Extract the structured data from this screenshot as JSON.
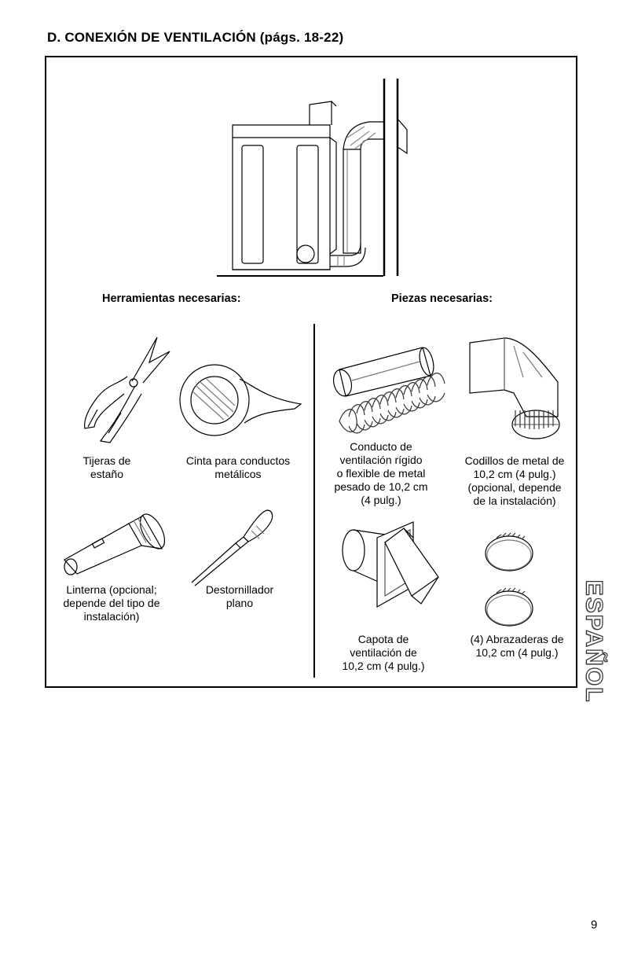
{
  "page": {
    "title": "D. CONEXIÓN DE VENTILACIÓN (págs. 18-22)",
    "page_number": "9",
    "side_tab": "ESPAÑOL"
  },
  "tools": {
    "heading": "Herramientas necesarias:",
    "items": [
      {
        "icon": "tin-snips-icon",
        "label": "Tijeras de\nestaño"
      },
      {
        "icon": "duct-tape-icon",
        "label": "Cinta para conductos\nmetálicos"
      },
      {
        "icon": "flashlight-icon",
        "label": "Linterna (opcional;\ndepende del tipo de\ninstalación)"
      },
      {
        "icon": "flat-screwdriver-icon",
        "label": "Destornillador\nplano"
      }
    ]
  },
  "parts": {
    "heading": "Piezas necesarias:",
    "items": [
      {
        "icon": "vent-duct-icon",
        "label": "Conducto de\nventilación rígido\no flexible de metal\npesado de 10,2 cm\n(4 pulg.)"
      },
      {
        "icon": "elbow-icon",
        "label": "Codillos de metal de\n10,2 cm (4 pulg.)\n(opcional, depende\nde la instalación)"
      },
      {
        "icon": "exhaust-hood-icon",
        "label": "Capota de\nventilación de\n10,2 cm (4 pulg.)"
      },
      {
        "icon": "clamps-icon",
        "label": "(4) Abrazaderas de\n10,2 cm (4 pulg.)"
      }
    ]
  }
}
